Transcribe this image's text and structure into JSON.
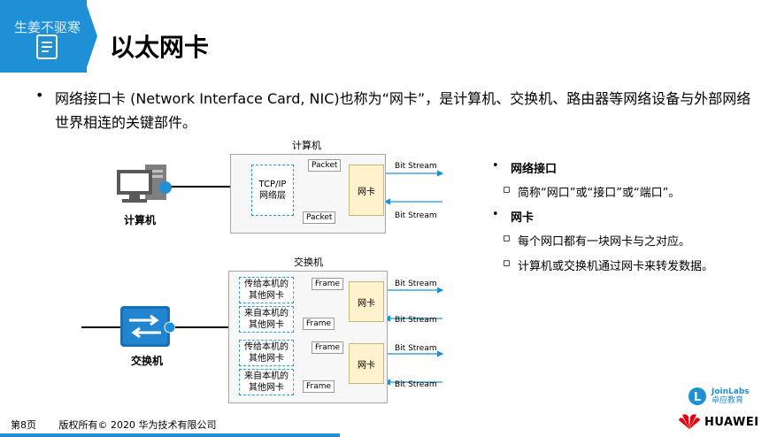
{
  "header": {
    "watermark": "生姜不驱寒",
    "title": "以太网卡"
  },
  "intro": {
    "bullet": "•",
    "text": "网络接口卡 (Network Interface Card, NIC)也称为“网卡”，是计算机、交换机、路由器等网络设备与外部网络世界相连的关键部件。"
  },
  "diagram": {
    "computer_caption": "计算机",
    "computer_label": "计算机",
    "tcpip_label": "TCP/IP\n网络层",
    "nic_label": "网卡",
    "packet_label": "Packet",
    "bit_stream": "Bit Stream",
    "switch_caption": "交换机",
    "switch_label": "交换机",
    "frame_label": "Frame",
    "to_local": "传给本机的\n其他网卡",
    "from_local": "来自本机的\n其他网卡"
  },
  "right_list": {
    "item1_title": "网络接口",
    "item1_sub": "简称“网口”或“接口”或“端口”。",
    "item2_title": "网卡",
    "item2_sub1": "每个网口都有一块网卡与之对应。",
    "item2_sub2": "计算机或交换机通过网卡来转发数据。",
    "bullet": "•",
    "sub_bullet": "▫"
  },
  "footer": {
    "page": "第8页",
    "copyright": "版权所有© 2020 华为技术有限公司",
    "joinlabs_en": "JoinLabs",
    "joinlabs_cn": "卓应教育",
    "brand": "HUAWEI"
  },
  "colors": {
    "accent": "#1f8fd6",
    "nic_fill": "#fff2cc",
    "huawei_red": "#e60012"
  }
}
